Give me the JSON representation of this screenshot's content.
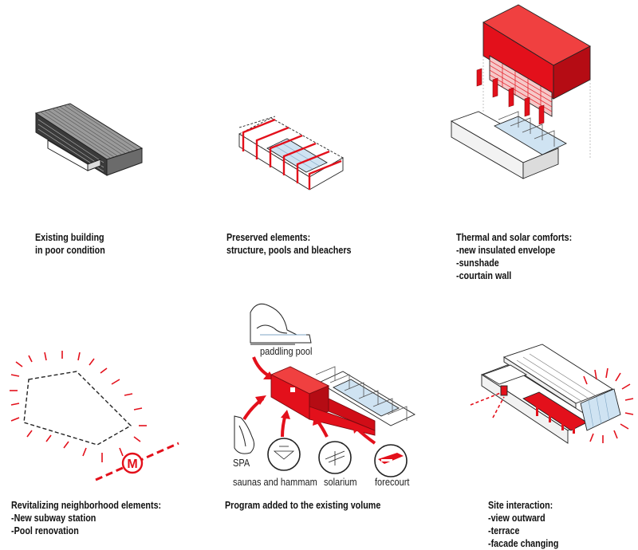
{
  "captions": {
    "existing": [
      "Existing building",
      "in poor condition"
    ],
    "preserved": [
      "Preserved elements:",
      "structure, pools and bleachers"
    ],
    "thermal": [
      "Thermal and solar comforts:",
      "-new insulated envelope",
      "-sunshade",
      "-courtain wall"
    ],
    "revitalizing": [
      "Revitalizing neighborhood elements:",
      "-New subway station",
      "-Pool renovation"
    ],
    "program": [
      "Program added to the existing volume"
    ],
    "site": [
      "Site interaction:",
      "-view outward",
      "-terrace",
      "-facade changing"
    ]
  },
  "program_labels": {
    "paddling_pool": "paddling pool",
    "spa": "SPA",
    "saunas": "saunas and hammam",
    "solarium": "solarium",
    "forecourt": "forecourt"
  },
  "metro_letter": "M",
  "colors": {
    "accent": "#e3101b",
    "line": "#222222",
    "glass": "#cfe3f2"
  }
}
